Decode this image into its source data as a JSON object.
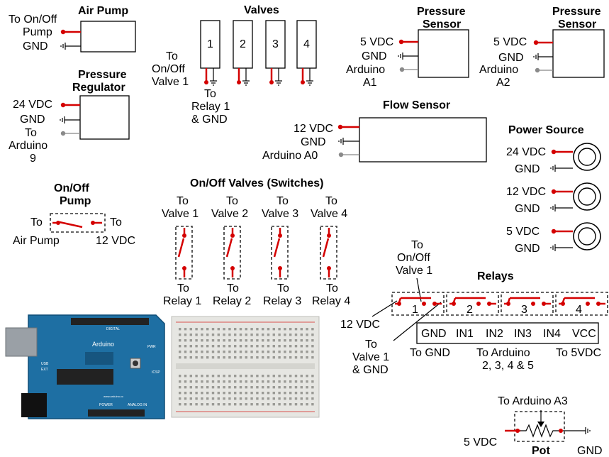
{
  "air_pump": {
    "title": "Air Pump",
    "label_to": "To On/Off",
    "label_pump": "Pump",
    "label_gnd": "GND"
  },
  "valves": {
    "title": "Valves",
    "numbers": [
      "1",
      "2",
      "3",
      "4"
    ],
    "to_label": [
      "To",
      "On/Off",
      "Valve 1"
    ],
    "relay_label": [
      "To",
      "Relay 1",
      "& GND"
    ]
  },
  "pressure_sensor_1": {
    "title": [
      "Pressure",
      "Sensor"
    ],
    "vdc": "5 VDC",
    "gnd": "GND",
    "arduino": [
      "Arduino",
      "A1"
    ]
  },
  "pressure_sensor_2": {
    "title": [
      "Pressure",
      "Sensor"
    ],
    "vdc": "5 VDC",
    "gnd": "GND",
    "arduino": [
      "Arduino",
      "A2"
    ]
  },
  "pressure_regulator": {
    "title": [
      "Pressure",
      "Regulator"
    ],
    "vdc": "24 VDC",
    "gnd": "GND",
    "arduino": [
      "To",
      "Arduino",
      "9"
    ]
  },
  "flow_sensor": {
    "title": "Flow Sensor",
    "vdc": "12 VDC",
    "gnd": "GND",
    "arduino": "Arduino A0"
  },
  "power_source": {
    "title": "Power Source",
    "supplies": [
      {
        "vdc": "24 VDC",
        "gnd": "GND"
      },
      {
        "vdc": "12 VDC",
        "gnd": "GND"
      },
      {
        "vdc": "5 VDC",
        "gnd": "GND"
      }
    ]
  },
  "pump_switch": {
    "title": [
      "On/Off",
      "Pump"
    ],
    "left": "To",
    "right": "To",
    "left_target": "Air Pump",
    "right_target": "12 VDC"
  },
  "valve_switches": {
    "title": "On/Off  Valves (Switches)",
    "items": [
      {
        "top": [
          "To",
          "Valve 1"
        ],
        "bottom": [
          "To",
          "Relay 1"
        ]
      },
      {
        "top": [
          "To",
          "Valve 2"
        ],
        "bottom": [
          "To",
          "Relay 2"
        ]
      },
      {
        "top": [
          "To",
          "Valve 3"
        ],
        "bottom": [
          "To",
          "Relay 3"
        ]
      },
      {
        "top": [
          "To",
          "Valve 4"
        ],
        "bottom": [
          "To",
          "Relay 4"
        ]
      }
    ]
  },
  "relays": {
    "title": "Relays",
    "numbers": [
      "1",
      "2",
      "3",
      "4"
    ],
    "to_valve": [
      "To",
      "On/Off",
      "Valve 1"
    ],
    "vdc": "12 VDC",
    "to_valve_gnd": [
      "To",
      "Valve 1",
      "& GND"
    ],
    "pins": [
      "GND",
      "IN1",
      "IN2",
      "IN3",
      "IN4",
      "VCC"
    ],
    "to_gnd": "To GND",
    "to_arduino": [
      "To Arduino",
      "2, 3, 4 & 5"
    ],
    "to_5vdc": "To 5VDC"
  },
  "pot": {
    "title": "Pot",
    "to_arduino": "To Arduino A3",
    "vdc": "5 VDC",
    "gnd": "GND"
  },
  "arduino_board": {
    "brand": "Arduino",
    "site": "www.arduino.cc",
    "digital": "DIGITAL",
    "power": "POWER",
    "analog": "ANALOG IN",
    "usb": "USB",
    "ext": "EXT",
    "pwr": "PWR",
    "icsp": "ICSP"
  },
  "colors": {
    "wire": "#d40000",
    "board": "#1e6fa3",
    "breadboard": "#e6e6e2"
  }
}
